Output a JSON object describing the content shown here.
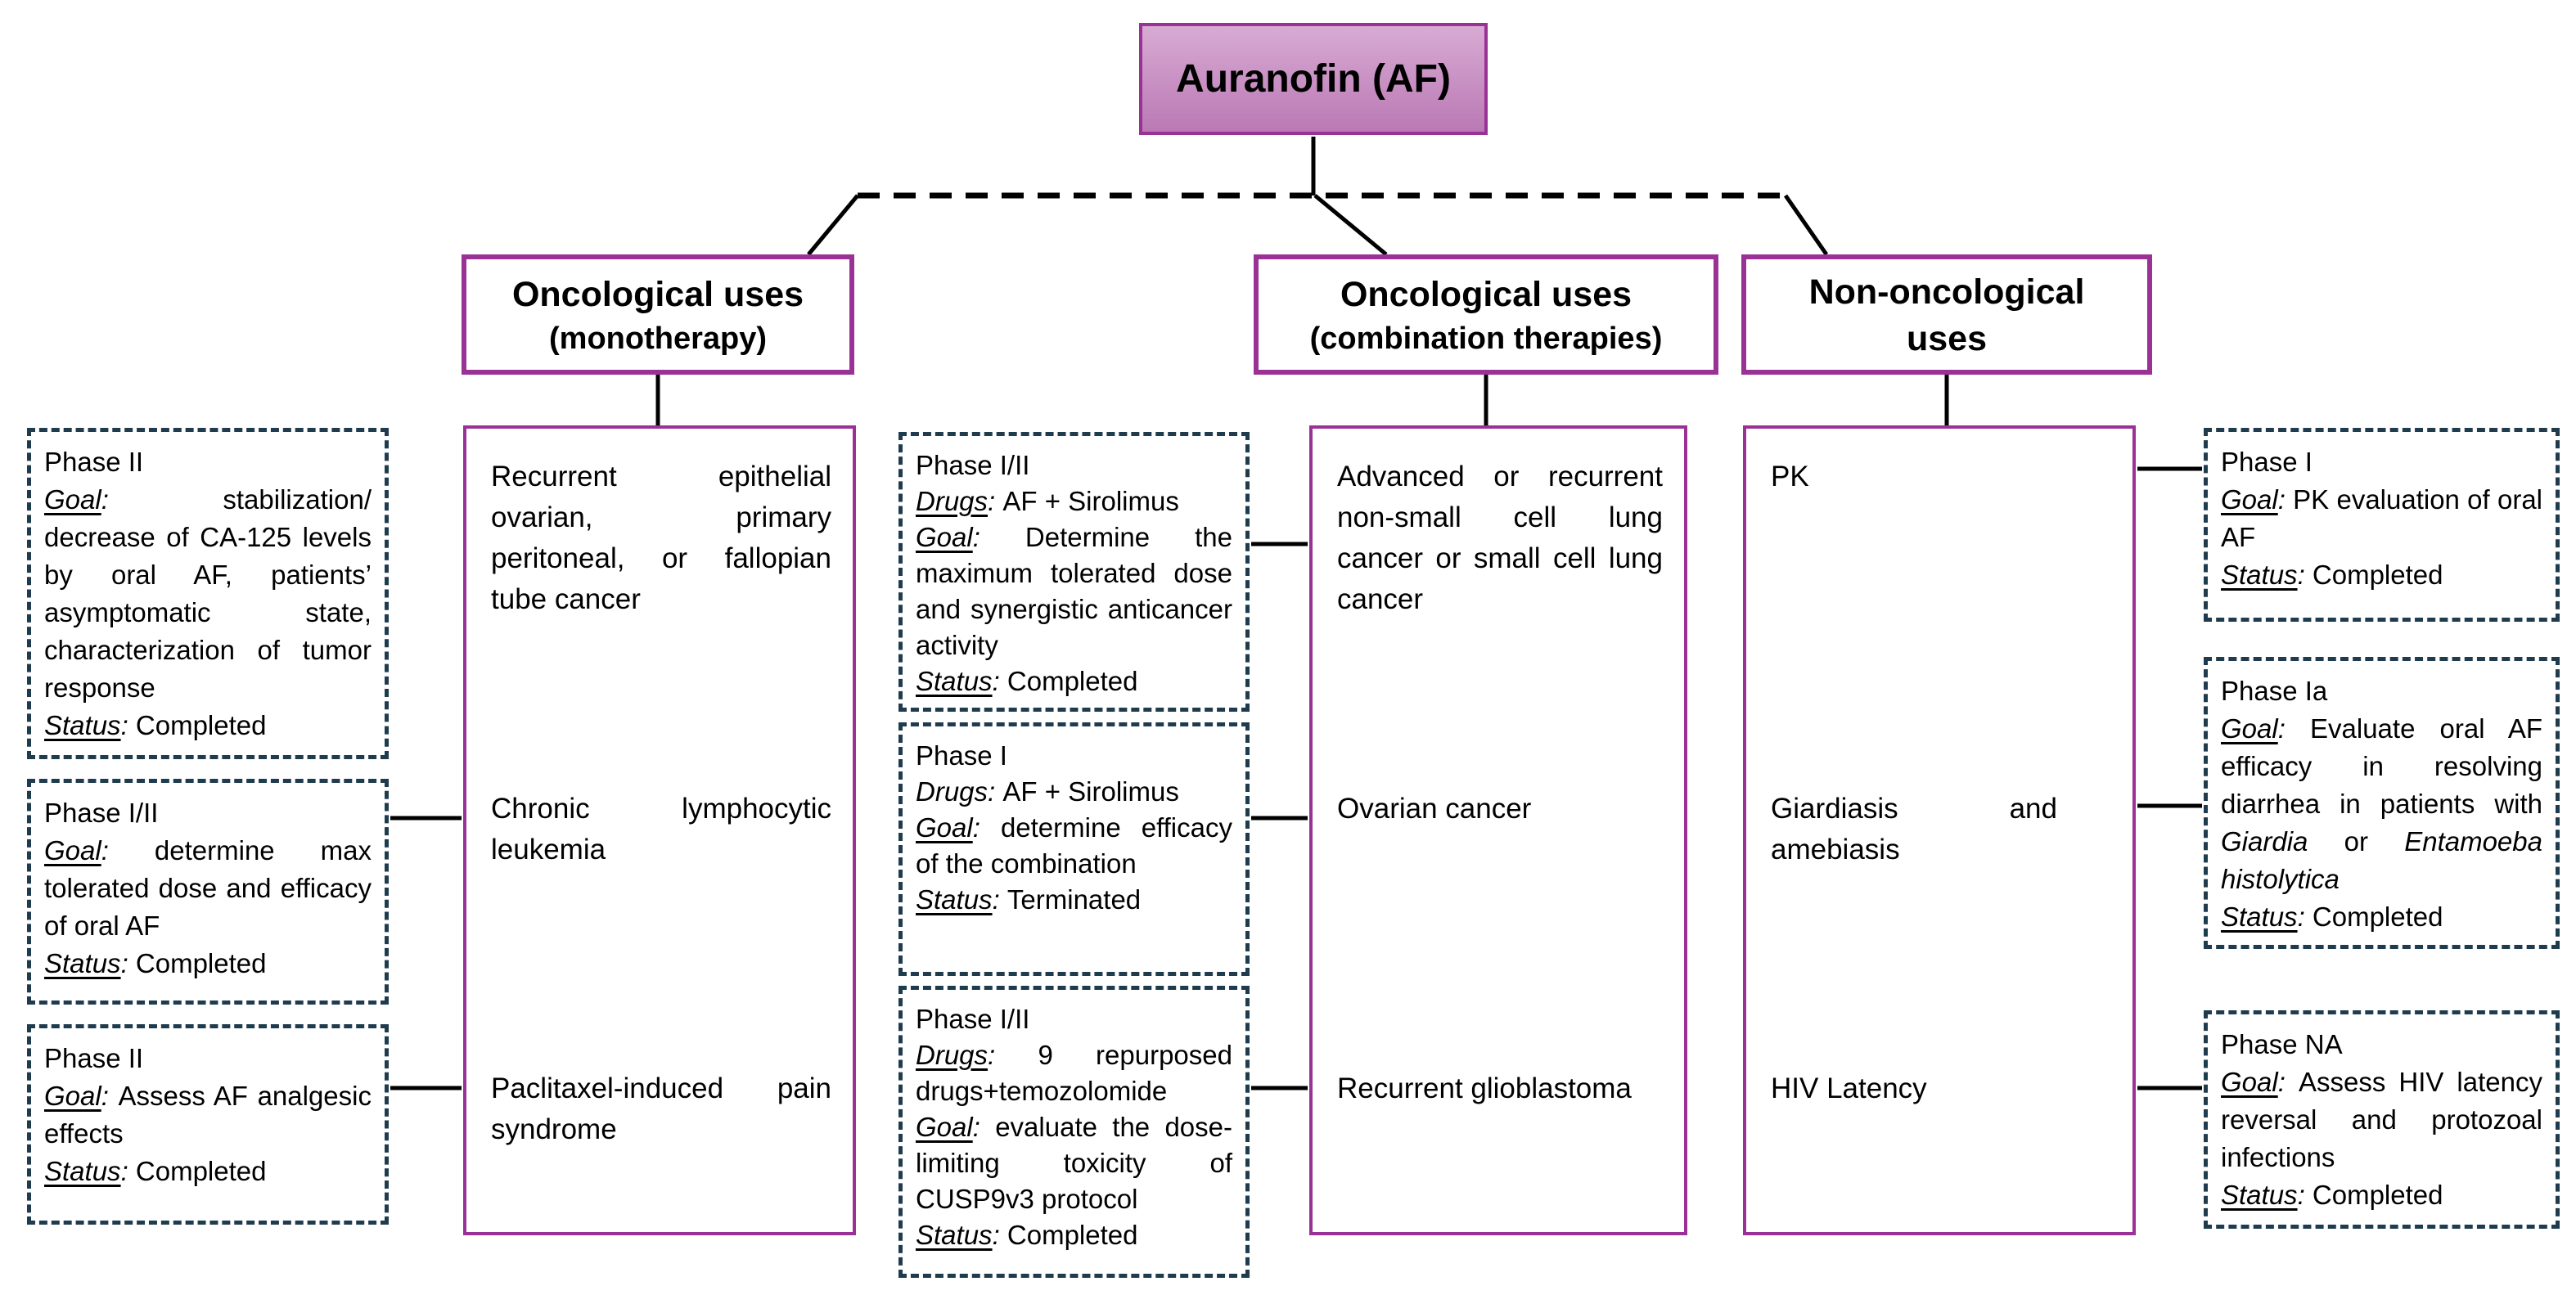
{
  "title": "Auranofin (AF)",
  "colors": {
    "purple": "#9a3296",
    "dash": "#1f3c4e",
    "title_gradient_top": "#d8abd3",
    "title_gradient_bottom": "#ba79b5",
    "line": "#000000"
  },
  "categories": [
    {
      "id": "monotherapy",
      "header_line1": "Oncological uses",
      "header_line2": "(monotherapy)",
      "entries": [
        "Recurrent epithelial ovarian, primary peritoneal, or fallopian tube cancer",
        "Chronic lymphocytic leukemia",
        "Paclitaxel-induced pain syndrome"
      ]
    },
    {
      "id": "combination",
      "header_line1": "Oncological uses",
      "header_line2": "(combination therapies)",
      "entries": [
        "Advanced or recurrent non-small cell lung cancer or small cell lung cancer",
        "Ovarian cancer",
        "Recurrent glioblastoma"
      ]
    },
    {
      "id": "non-oncological",
      "header_line1": "Non-oncological",
      "header_line2": "uses",
      "entries": [
        "PK",
        "Giardiasis and amebiasis",
        "HIV Latency"
      ]
    }
  ],
  "trials": {
    "left": [
      {
        "lines": [
          [
            {
              "t": "Phase II",
              "s": "plain"
            }
          ],
          [
            {
              "t": "Goal",
              "s": "label"
            },
            {
              "t": ": ",
              "s": "italic"
            },
            {
              "t": "stabilization/ decrease of CA-125 levels by oral AF, patients’ asymptomatic state, characterization of tumor response",
              "s": "plain"
            }
          ],
          [
            {
              "t": "Status",
              "s": "label"
            },
            {
              "t": ": ",
              "s": "italic"
            },
            {
              "t": "Completed",
              "s": "plain"
            }
          ]
        ]
      },
      {
        "lines": [
          [
            {
              "t": "Phase I/II",
              "s": "plain"
            }
          ],
          [
            {
              "t": "Goal",
              "s": "label"
            },
            {
              "t": ": ",
              "s": "italic"
            },
            {
              "t": "determine max tolerated dose and efficacy of oral AF",
              "s": "plain"
            }
          ],
          [
            {
              "t": "Status",
              "s": "label"
            },
            {
              "t": ": ",
              "s": "italic"
            },
            {
              "t": "Completed",
              "s": "plain"
            }
          ]
        ]
      },
      {
        "lines": [
          [
            {
              "t": "Phase II",
              "s": "plain"
            }
          ],
          [
            {
              "t": "Goal",
              "s": "label"
            },
            {
              "t": ": ",
              "s": "italic"
            },
            {
              "t": "Assess AF analgesic effects",
              "s": "plain"
            }
          ],
          [
            {
              "t": "Status",
              "s": "label"
            },
            {
              "t": ": ",
              "s": "italic"
            },
            {
              "t": "Completed",
              "s": "plain"
            }
          ]
        ]
      }
    ],
    "middle": [
      {
        "lines": [
          [
            {
              "t": "Phase I/II",
              "s": "plain"
            }
          ],
          [
            {
              "t": "Drugs",
              "s": "label"
            },
            {
              "t": ": ",
              "s": "italic"
            },
            {
              "t": "AF + Sirolimus",
              "s": "plain"
            }
          ],
          [
            {
              "t": "Goal",
              "s": "label"
            },
            {
              "t": ": ",
              "s": "italic"
            },
            {
              "t": "Determine the maximum tolerated dose and synergistic anticancer activity",
              "s": "plain"
            }
          ],
          [
            {
              "t": "Status",
              "s": "label"
            },
            {
              "t": ": ",
              "s": "italic"
            },
            {
              "t": "Completed",
              "s": "plain"
            }
          ]
        ]
      },
      {
        "lines": [
          [
            {
              "t": "Phase I",
              "s": "plain"
            }
          ],
          [
            {
              "t": "Drugs: ",
              "s": "italic"
            },
            {
              "t": "AF + Sirolimus",
              "s": "plain"
            }
          ],
          [
            {
              "t": "Goal",
              "s": "label"
            },
            {
              "t": ": ",
              "s": "italic"
            },
            {
              "t": "determine efficacy of the combination",
              "s": "plain"
            }
          ],
          [
            {
              "t": "Status",
              "s": "label"
            },
            {
              "t": ": ",
              "s": "italic"
            },
            {
              "t": "Terminated",
              "s": "plain"
            }
          ]
        ]
      },
      {
        "lines": [
          [
            {
              "t": "Phase I/II",
              "s": "plain"
            }
          ],
          [
            {
              "t": "Drugs",
              "s": "label"
            },
            {
              "t": ": ",
              "s": "italic"
            },
            {
              "t": "9 repurposed drugs+temozolomide",
              "s": "plain"
            }
          ],
          [
            {
              "t": "Goal",
              "s": "label"
            },
            {
              "t": ": ",
              "s": "italic"
            },
            {
              "t": "evaluate the dose-limiting toxicity of CUSP9v3 protocol",
              "s": "plain"
            }
          ],
          [
            {
              "t": "Status",
              "s": "label"
            },
            {
              "t": ": ",
              "s": "italic"
            },
            {
              "t": "Completed",
              "s": "plain"
            }
          ]
        ]
      }
    ],
    "right": [
      {
        "lines": [
          [
            {
              "t": "Phase I",
              "s": "plain"
            }
          ],
          [
            {
              "t": "Goal",
              "s": "label"
            },
            {
              "t": ": ",
              "s": "italic"
            },
            {
              "t": "PK evaluation of oral AF",
              "s": "plain"
            }
          ],
          [
            {
              "t": "Status",
              "s": "label"
            },
            {
              "t": ": ",
              "s": "italic"
            },
            {
              "t": "Completed",
              "s": "plain"
            }
          ]
        ]
      },
      {
        "lines": [
          [
            {
              "t": "Phase Ia",
              "s": "plain"
            }
          ],
          [
            {
              "t": "Goal",
              "s": "label"
            },
            {
              "t": ": ",
              "s": "italic"
            },
            {
              "t": "Evaluate oral AF efficacy in resolving diarrhea in patients with ",
              "s": "plain"
            },
            {
              "t": "Giardia",
              "s": "italic"
            },
            {
              "t": " or ",
              "s": "plain"
            },
            {
              "t": "Entamoeba histolytica",
              "s": "italic"
            }
          ],
          [
            {
              "t": "Status",
              "s": "label"
            },
            {
              "t": ": ",
              "s": "italic"
            },
            {
              "t": "Completed",
              "s": "plain"
            }
          ]
        ]
      },
      {
        "lines": [
          [
            {
              "t": "Phase NA",
              "s": "plain"
            }
          ],
          [
            {
              "t": "Goal",
              "s": "label"
            },
            {
              "t": ": ",
              "s": "italic"
            },
            {
              "t": "Assess HIV latency reversal and protozoal infections",
              "s": "plain"
            }
          ],
          [
            {
              "t": "Status",
              "s": "label"
            },
            {
              "t": ": ",
              "s": "italic"
            },
            {
              "t": "Completed",
              "s": "plain"
            }
          ]
        ]
      }
    ]
  }
}
